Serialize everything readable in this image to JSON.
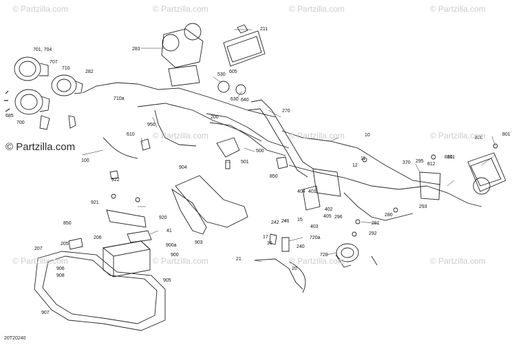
{
  "watermark": {
    "text": "© Partzilla.com"
  },
  "diagram_code": "20T20240",
  "callouts": [
    "701, 704",
    "707",
    "710",
    "282",
    "710a",
    "685",
    "700",
    "283",
    "211",
    "530",
    "605",
    "630",
    "640",
    "270",
    "10",
    "800",
    "801",
    "810",
    "811",
    "812",
    "295",
    "370",
    "11",
    "12",
    "610",
    "950",
    "200",
    "100",
    "500",
    "501",
    "904",
    "850",
    "922",
    "921",
    "920",
    "41",
    "900a",
    "900",
    "850",
    "206",
    "205",
    "207",
    "906",
    "908",
    "905",
    "907",
    "903",
    "404",
    "401",
    "402",
    "405",
    "403",
    "296",
    "281",
    "280",
    "293",
    "292",
    "242",
    "241",
    "17",
    "16",
    "15",
    "240",
    "720a",
    "720",
    "21",
    "20"
  ]
}
